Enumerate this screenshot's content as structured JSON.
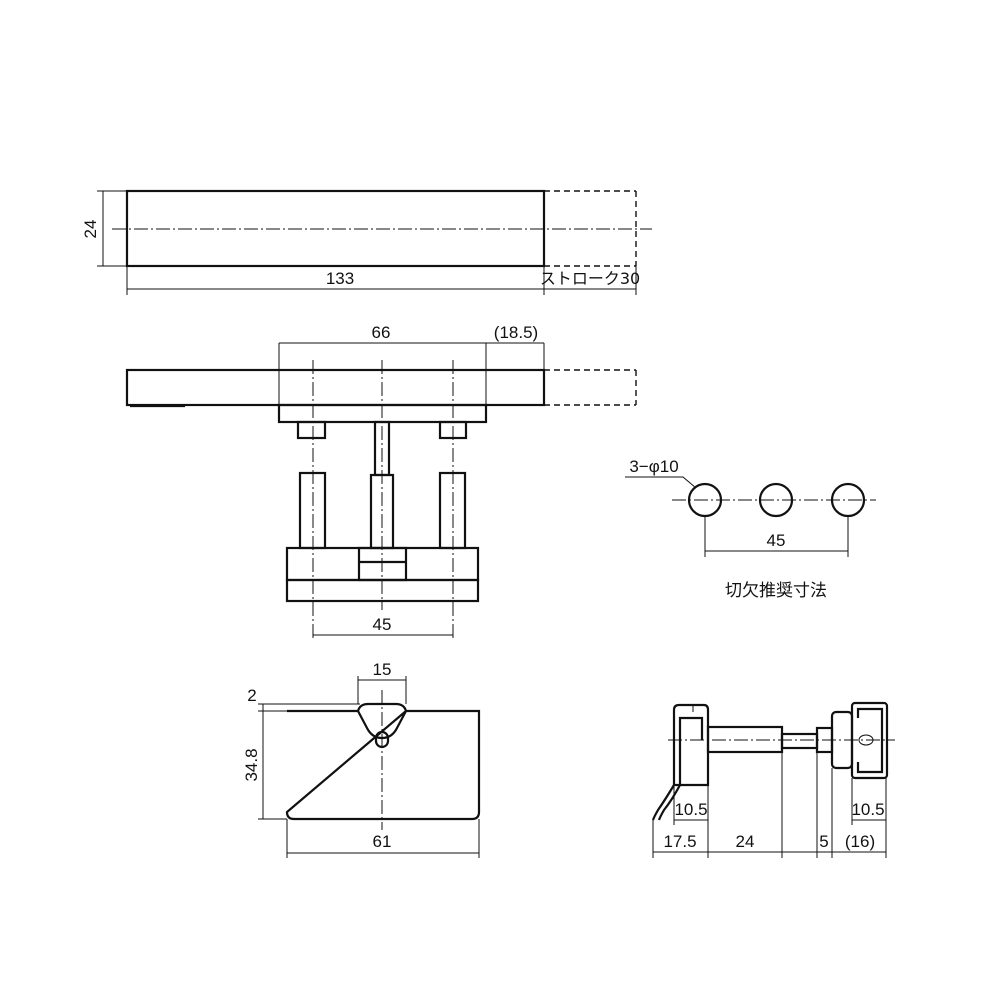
{
  "top_view": {
    "height_dim": "24",
    "length_dim": "133",
    "stroke_dim": "ストローク30"
  },
  "front_view": {
    "pitch_dim": "66",
    "overhang_dim": "(18.5)",
    "post_pitch_dim": "45"
  },
  "cutout": {
    "hole_spec": "3−φ10",
    "pitch_dim": "45",
    "caption": "切欠推奨寸法"
  },
  "plate_view": {
    "knob_width_dim": "15",
    "offset_dim": "2",
    "height_dim": "34.8",
    "width_dim": "61"
  },
  "side_view": {
    "hook_width_dim": "10.5",
    "cap_width_dim": "10.5",
    "hook_depth_dim": "17.5",
    "cylinder_dim": "24",
    "collar_dim": "5",
    "cap_depth_dim": "(16)"
  }
}
